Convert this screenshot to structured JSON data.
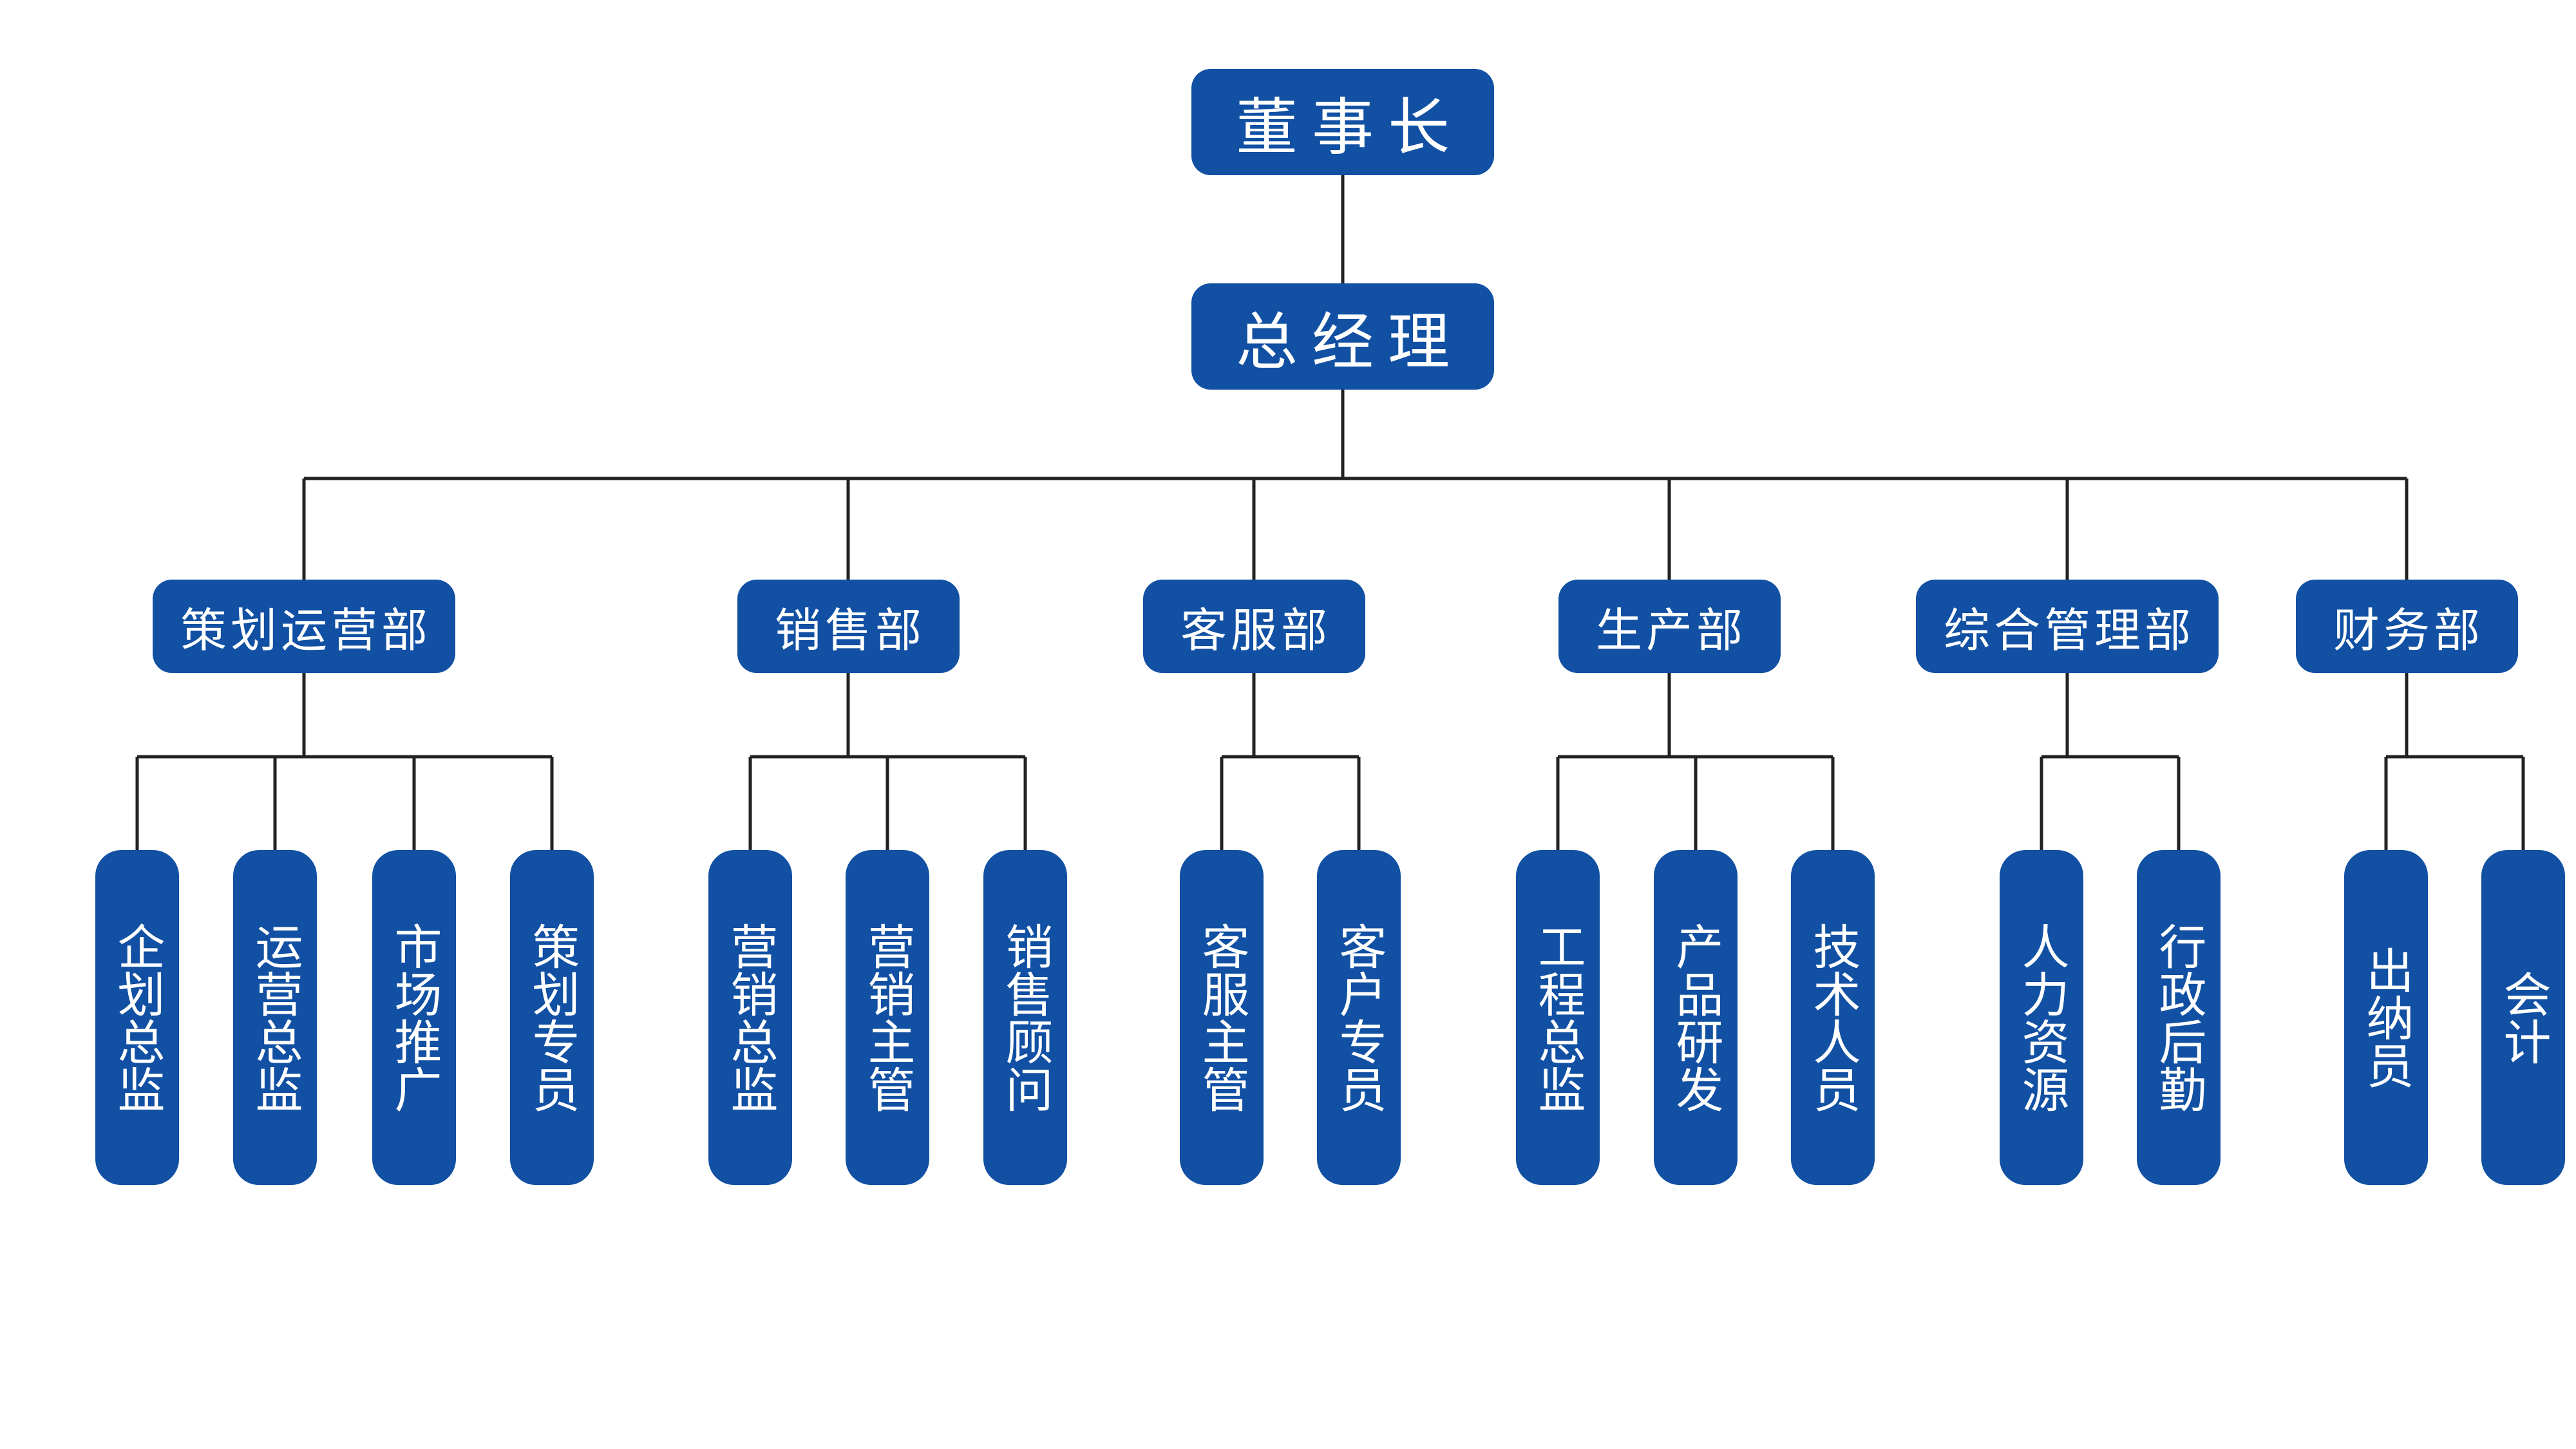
{
  "chairman": "董事长",
  "ceo": "总经理",
  "departments": [
    {
      "name": "策划运营部",
      "roles": [
        "企划总监",
        "运营总监",
        "市场推广",
        "策划专员"
      ]
    },
    {
      "name": "销售部",
      "roles": [
        "营销总监",
        "营销主管",
        "销售顾问"
      ]
    },
    {
      "name": "客服部",
      "roles": [
        "客服主管",
        "客户专员"
      ]
    },
    {
      "name": "生产部",
      "roles": [
        "工程总监",
        "产品研发",
        "技术人员"
      ]
    },
    {
      "name": "综合管理部",
      "roles": [
        "人力资源",
        "行政后勤"
      ]
    },
    {
      "name": "财务部",
      "roles": [
        "出纳员",
        "会计"
      ]
    }
  ],
  "colors": {
    "node_fill": "#1150a3",
    "node_text": "#ffffff",
    "connector": "#222222"
  }
}
